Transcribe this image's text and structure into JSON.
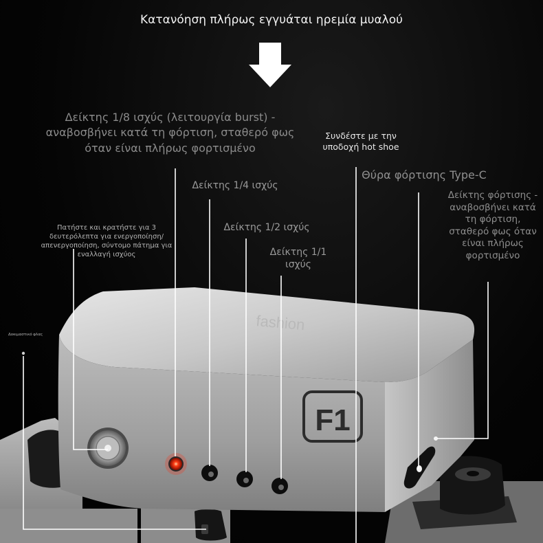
{
  "title": "Κατανόηση πλήρως εγγυάται ηρεμία μυαλού",
  "labels": {
    "burst_indicator": "Δείκτης 1/8 ισχύς (λειτουργία burst) - αναβοσβήνει κατά τη φόρτιση, σταθερό φως όταν είναι πλήρως φορτισμένο",
    "hot_shoe": "Συνδέστε με την υποδοχή hot shoe",
    "type_c_port": "Θύρα φόρτισης Type-C",
    "quarter_indicator": "Δείκτης 1/4 ισχύς",
    "half_indicator": "Δείκτης 1/2 ισχύς",
    "full_indicator": "Δείκτης 1/1 ισχύς",
    "power_button": "Πατήστε και κρατήστε για 3 δευτερόλεπτα για ενεργοποίηση/απενεργοποίηση, σύντομο πάτημα για εναλλαγή ισχύος",
    "charge_indicator": "Δείκτης φόρτισης - αναβοσβήνει κατά τη φόρτιση, σταθερό φως όταν είναι πλήρως φορτισμένο",
    "test_light": "Δοκιμαστικό φλας"
  },
  "device": {
    "model": "F1",
    "led_color": "#ff2a10"
  }
}
